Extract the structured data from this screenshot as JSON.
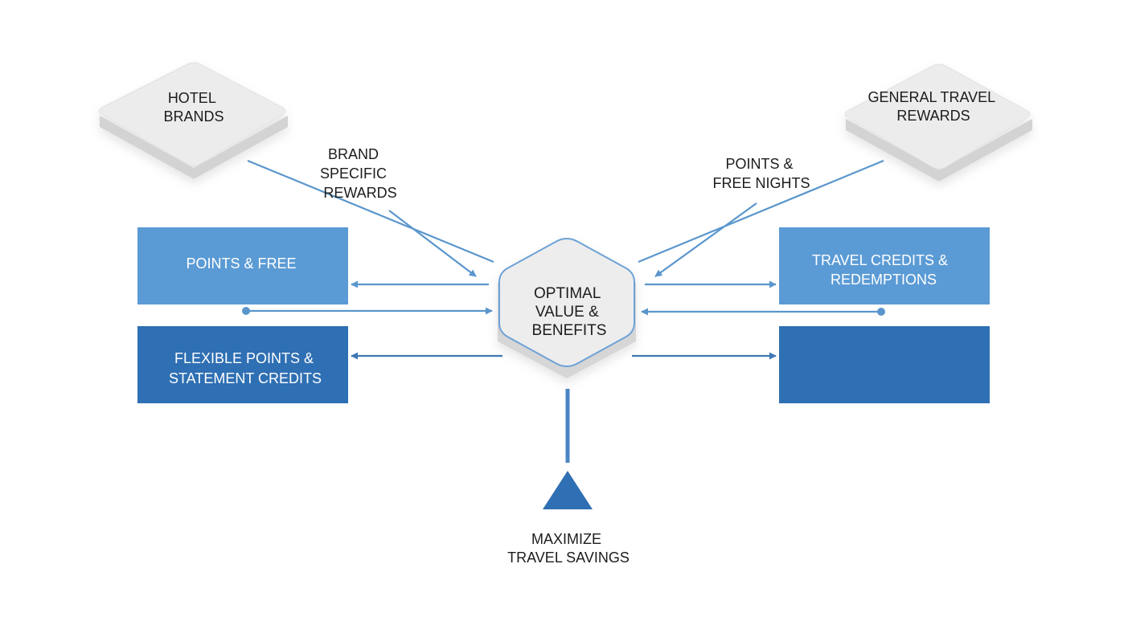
{
  "colors": {
    "light_blue": "#5b9bd5",
    "dark_blue": "#2f6fb3",
    "connector": "#5a96cc",
    "connector_dark": "#3f78b5",
    "node_face": "#ececec",
    "node_side": "#d3d3d3",
    "hub_border": "#6ea2d6",
    "triangle": "#2f6fb3",
    "text_dark": "#1c1c1c",
    "text_light": "#ffffff"
  },
  "nodes": {
    "hotel_brands": {
      "lines": [
        "HOTEL",
        "BRANDS"
      ]
    },
    "general_travel": {
      "lines": [
        "GENERAL TRAVEL",
        "REWARDS"
      ]
    },
    "hub": {
      "lines": [
        "OPTIMAL",
        "VALUE &",
        "BENEFITS"
      ]
    },
    "points_free": {
      "lines": [
        "POINTS & FREE"
      ]
    },
    "flexible_points": {
      "lines": [
        "FLEXIBLE POINTS &",
        "STATEMENT CREDITS"
      ]
    },
    "travel_credits": {
      "lines": [
        "TRAVEL CREDITS &",
        "REDEMPTIONS"
      ]
    },
    "right_bottom_box": {
      "lines": []
    }
  },
  "edge_labels": {
    "brand_specific": [
      "BRAND",
      "SPECIFIC",
      "REWARDS"
    ],
    "points_nights": [
      "POINTS &",
      "FREE NIGHTS"
    ]
  },
  "outcome": {
    "icon": "triangle-icon",
    "lines": [
      "MAXIMIZE",
      "TRAVEL SAVINGS"
    ]
  }
}
